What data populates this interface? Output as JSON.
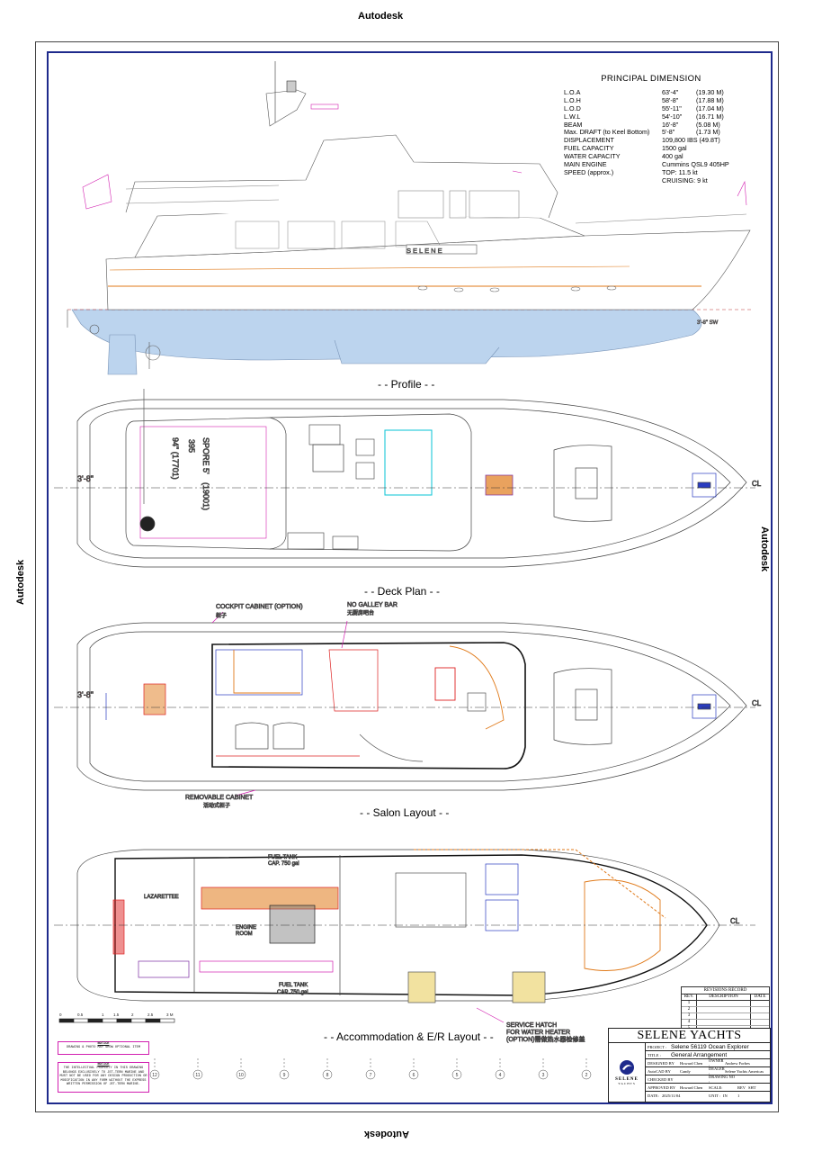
{
  "watermark": {
    "top": "Autodesk",
    "left": "Autodesk",
    "right": "Autodesk",
    "bottom": "Autodesk"
  },
  "principal_dimension": {
    "title": "PRINCIPAL DIMENSION",
    "rows": [
      {
        "k": "L.O.A",
        "v": "63'-4\"",
        "m": "(19.30 M)"
      },
      {
        "k": "L.O.H",
        "v": "58'-8\"",
        "m": "(17.88 M)"
      },
      {
        "k": "L.O.D",
        "v": "55'-11\"",
        "m": "(17.04 M)"
      },
      {
        "k": "L.W.L",
        "v": "54'-10\"",
        "m": "(16.71 M)"
      },
      {
        "k": "BEAM",
        "v": "16'-8\"",
        "m": "(5.08 M)"
      },
      {
        "k": "Max. DRAFT (to Keel Bottom)",
        "v": "5'-8\"",
        "m": "(1.73 M)"
      },
      {
        "k": "DISPLACEMENT",
        "v": "109,800 IBS (49.8T)",
        "m": ""
      },
      {
        "k": "FUEL CAPACITY",
        "v": "1500 gal",
        "m": ""
      },
      {
        "k": "WATER CAPACITY",
        "v": "400 gal",
        "m": ""
      },
      {
        "k": "MAIN ENGINE",
        "v": "Cummins QSL9 405HP",
        "m": ""
      },
      {
        "k": "SPEED (approx.)",
        "v": "TOP: 11.5 kt",
        "m": ""
      },
      {
        "k": "",
        "v": "CRUISING: 9 kt",
        "m": ""
      }
    ]
  },
  "captions": {
    "profile": "- - Profile - -",
    "deck": "- - Deck Plan - -",
    "salon": "- - Salon Layout - -",
    "accom": "- - Accommodation & E/R Layout - -"
  },
  "labels": {
    "hull_name": "SELENE",
    "beam_mark": "3'-8\"",
    "waterline_mark": "3'-8\" SW",
    "spore": "SPORE 5'",
    "deck_dim1": "94\" (17701)",
    "deck_dim2": "395",
    "deck_dim3": "(19001)",
    "cockpit_cabinet": "COCKPIT CABINET (OPTION)",
    "cockpit_cabinet_cn": "柜子",
    "no_galley": "NO GALLEY BAR",
    "no_galley_cn": "无厨房吧台",
    "removable_cabinet": "REMOVABLE CABINET",
    "removable_cabinet_cn": "活动式柜子",
    "service_hatch1": "SERVICE HATCH",
    "service_hatch2": "FOR WATER HEATER",
    "service_hatch3": "(OPTION)需做热水器检修盖",
    "fuel_tank_top": "FUEL TANK",
    "fuel_tank_top_cap": "CAP. 750 gal",
    "fuel_tank_bot": "FUEL TANK",
    "fuel_tank_bot_cap": "CAP. 750 gal",
    "lazarette": "LAZARETTEE",
    "engine_room1": "ENGINE",
    "engine_room2": "ROOM",
    "cl": "CL"
  },
  "scale_bar": [
    "0",
    "0.5",
    "1",
    "1.5",
    "2",
    "2.5",
    "3 M"
  ],
  "frames": [
    "12",
    "11",
    "10",
    "9",
    "8",
    "7",
    "6",
    "5",
    "4",
    "3",
    "2"
  ],
  "notice1": {
    "title": "NOTICE",
    "body": "DRAWING & PHOTO MAY SHOW OPTIONAL ITEM"
  },
  "notice2": {
    "title": "NOTICE",
    "body": "THE INTELLECTUAL PROPERTY IN THIS DRAWING BELONGS EXCLUSIVELY TO JET-TERN MARINE AND MUST NOT BE USED FOR ANY DESIGN PRODUCTION OR MODIFICATION IN ANY FORM WITHOUT THE EXPRESS WRITTEN PERMISSION OF JET-TERN MARINE."
  },
  "revisions": {
    "title": "REVISIONS RECORD",
    "cols": [
      "REV.",
      "DESCRIPTION",
      "DATE"
    ],
    "rows": [
      "1",
      "2",
      "3",
      "4",
      "5"
    ]
  },
  "title_block": {
    "company": "SELENE YACHTS",
    "logo_text": "SELENE",
    "logo_sub": "YACHTS",
    "project_label": "PROJECT :",
    "project": "Selene 56119 Ocean Explorer",
    "title_label": "TITLE :",
    "title": "General Arrangement",
    "designed_label": "DESIGNED BY",
    "designed": "Howard Chen",
    "owner_label": "OWNER :",
    "owner": "Andrew Forbes",
    "autocad_label": "AutoCAD BY",
    "autocad": "Candy",
    "dealer_label": "DEALER :",
    "dealer": "Selene Yachts Americas",
    "checked_label": "CHECKED BY",
    "checked": "",
    "drawing_label": "DRAWING NO :",
    "drawing": "",
    "approved_label": "APPROVED BY",
    "approved": "Howard Chen",
    "scale_label": "SCALE:",
    "scale": "",
    "rev_label": "REV",
    "sht_label": "SHT",
    "date_label": "DATE:",
    "date": "2025/11/04",
    "unit_label": "UNIT :",
    "unit": "IN",
    "sheet": "1"
  },
  "colors": {
    "border": "#1e2a8c",
    "accent_magenta": "#d21fb0",
    "accent_red": "#d22",
    "accent_blue": "#2a3cc0",
    "hull_blue": "#bcd4ee",
    "accent_orange": "#e07a1a",
    "accent_cyan": "#1cc8d8"
  }
}
